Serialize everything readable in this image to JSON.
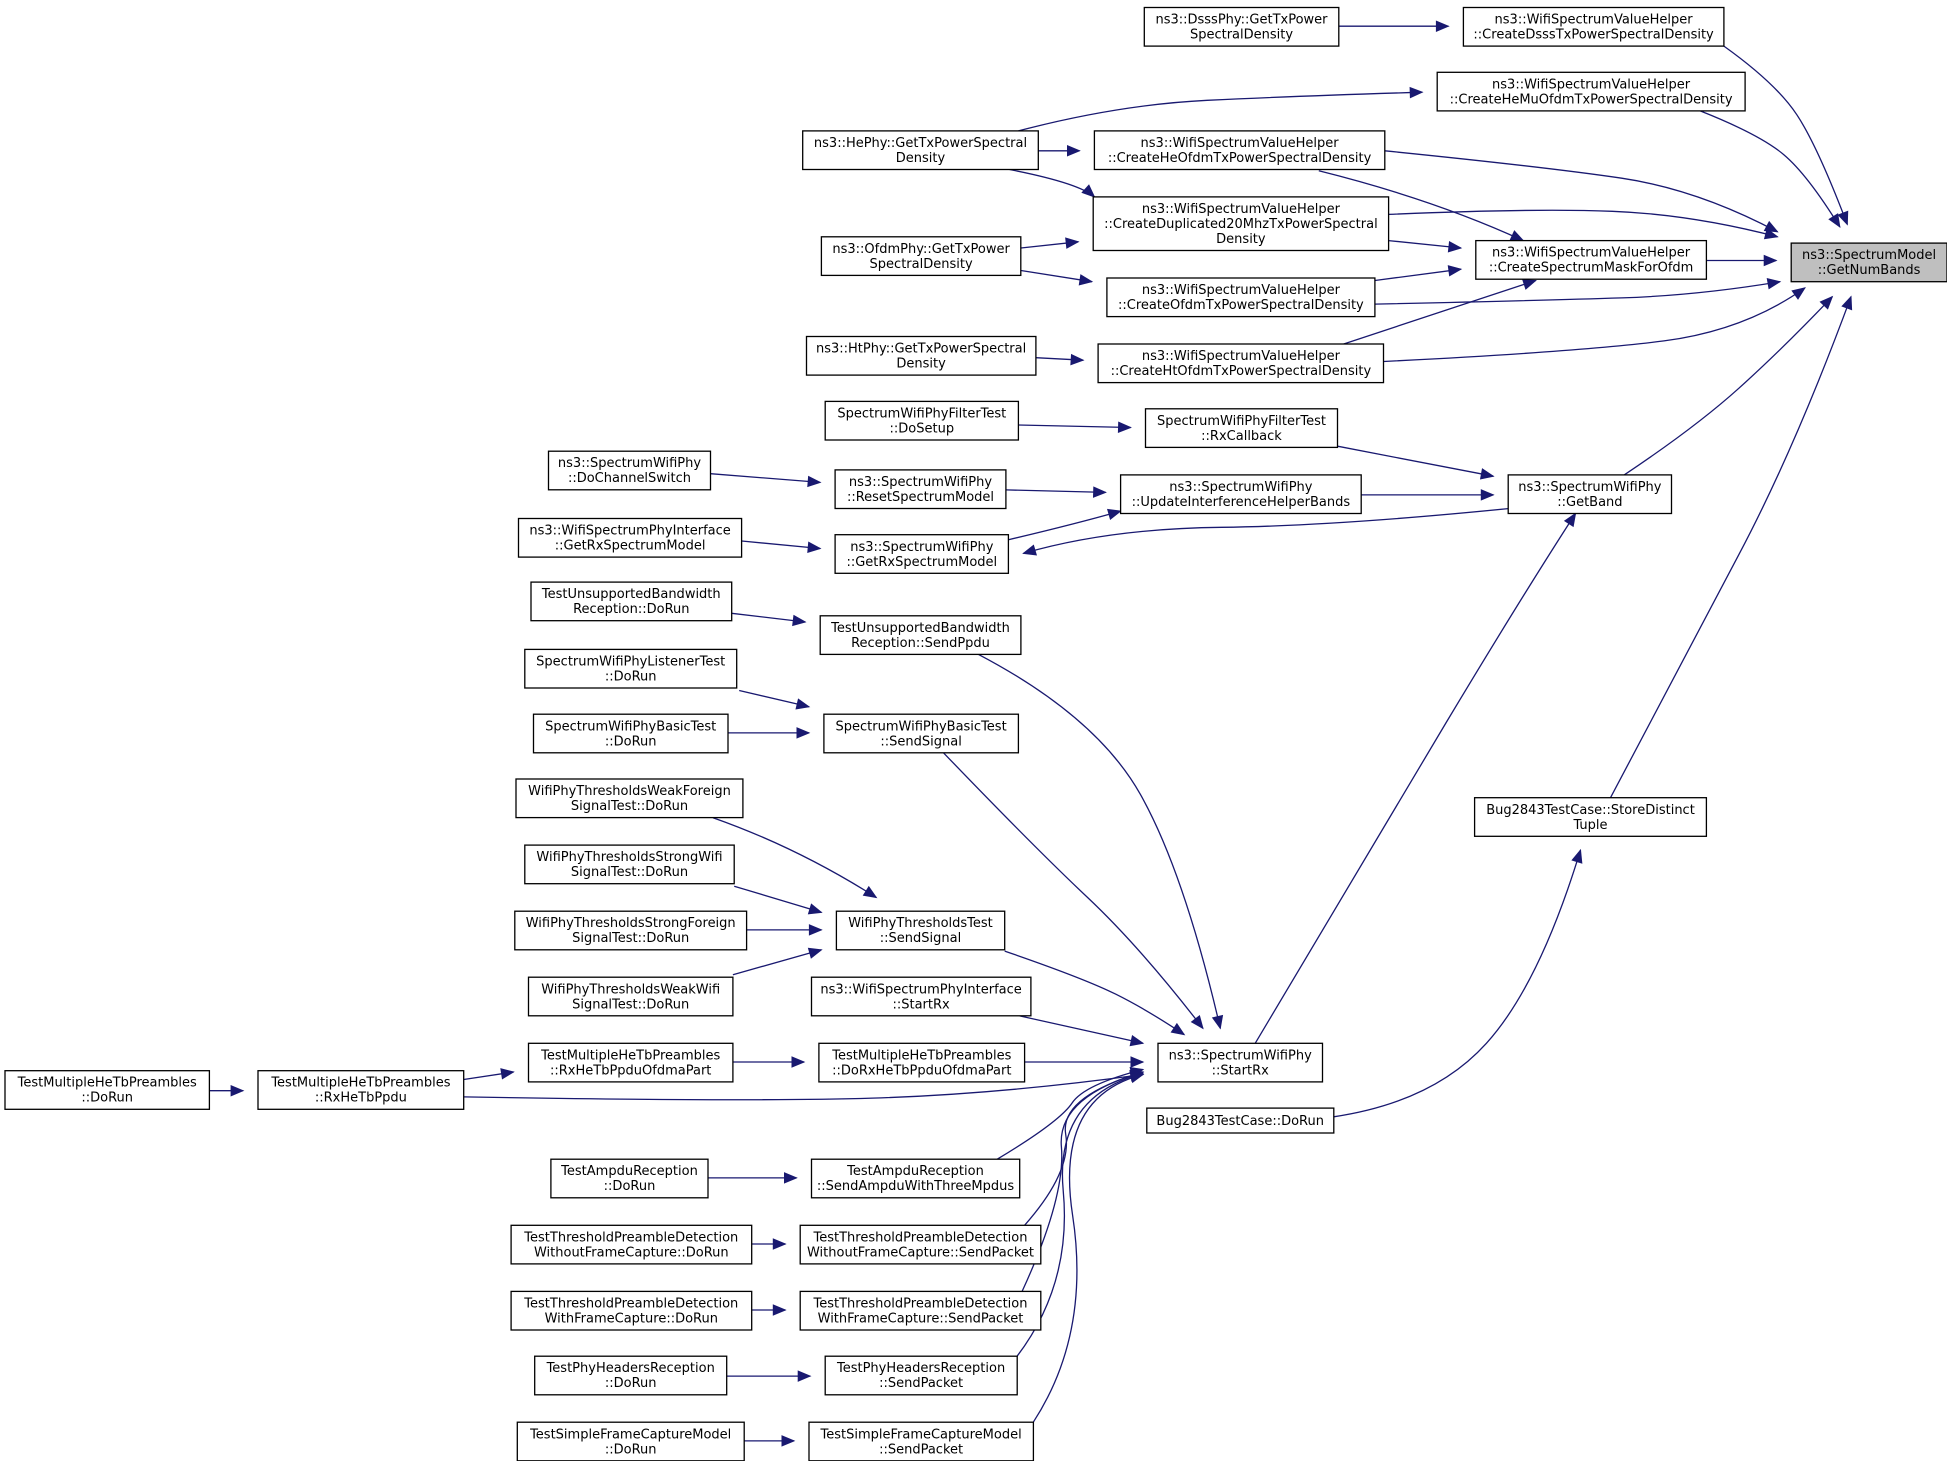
{
  "graph": {
    "nodes": [
      {
        "id": "n0",
        "lines": [
          "ns3::SpectrumModel",
          "::GetNumBands"
        ],
        "highlight": true
      },
      {
        "id": "n1",
        "lines": [
          "ns3::WifiSpectrumValueHelper",
          "::CreateDsssTxPowerSpectralDensity"
        ]
      },
      {
        "id": "n2",
        "lines": [
          "ns3::DsssPhy::GetTxPower",
          "SpectralDensity"
        ]
      },
      {
        "id": "n3",
        "lines": [
          "ns3::WifiSpectrumValueHelper",
          "::CreateHeMuOfdmTxPowerSpectralDensity"
        ]
      },
      {
        "id": "n4",
        "lines": [
          "ns3::HePhy::GetTxPowerSpectral",
          "Density"
        ]
      },
      {
        "id": "n5",
        "lines": [
          "ns3::WifiSpectrumValueHelper",
          "::CreateHeOfdmTxPowerSpectralDensity"
        ]
      },
      {
        "id": "n6",
        "lines": [
          "ns3::WifiSpectrumValueHelper",
          "::CreateDuplicated20MhzTxPowerSpectral",
          "Density"
        ]
      },
      {
        "id": "n7",
        "lines": [
          "ns3::OfdmPhy::GetTxPower",
          "SpectralDensity"
        ]
      },
      {
        "id": "n8",
        "lines": [
          "ns3::WifiSpectrumValueHelper",
          "::CreateSpectrumMaskForOfdm"
        ]
      },
      {
        "id": "n9",
        "lines": [
          "ns3::WifiSpectrumValueHelper",
          "::CreateOfdmTxPowerSpectralDensity"
        ]
      },
      {
        "id": "n10",
        "lines": [
          "ns3::HtPhy::GetTxPowerSpectral",
          "Density"
        ]
      },
      {
        "id": "n11",
        "lines": [
          "ns3::WifiSpectrumValueHelper",
          "::CreateHtOfdmTxPowerSpectralDensity"
        ]
      },
      {
        "id": "n12",
        "lines": [
          "SpectrumWifiPhyFilterTest",
          "::DoSetup"
        ]
      },
      {
        "id": "n13",
        "lines": [
          "SpectrumWifiPhyFilterTest",
          "::RxCallback"
        ]
      },
      {
        "id": "n14",
        "lines": [
          "ns3::SpectrumWifiPhy",
          "::DoChannelSwitch"
        ]
      },
      {
        "id": "n15",
        "lines": [
          "ns3::SpectrumWifiPhy",
          "::ResetSpectrumModel"
        ]
      },
      {
        "id": "n16",
        "lines": [
          "ns3::SpectrumWifiPhy",
          "::UpdateInterferenceHelperBands"
        ]
      },
      {
        "id": "n17",
        "lines": [
          "ns3::SpectrumWifiPhy",
          "::GetBand"
        ]
      },
      {
        "id": "n18",
        "lines": [
          "ns3::WifiSpectrumPhyInterface",
          "::GetRxSpectrumModel"
        ]
      },
      {
        "id": "n19",
        "lines": [
          "ns3::SpectrumWifiPhy",
          "::GetRxSpectrumModel"
        ]
      },
      {
        "id": "n20",
        "lines": [
          "TestUnsupportedBandwidth",
          "Reception::DoRun"
        ]
      },
      {
        "id": "n21",
        "lines": [
          "TestUnsupportedBandwidth",
          "Reception::SendPpdu"
        ]
      },
      {
        "id": "n22",
        "lines": [
          "SpectrumWifiPhyListenerTest",
          "::DoRun"
        ]
      },
      {
        "id": "n23",
        "lines": [
          "SpectrumWifiPhyBasicTest",
          "::DoRun"
        ]
      },
      {
        "id": "n24",
        "lines": [
          "SpectrumWifiPhyBasicTest",
          "::SendSignal"
        ]
      },
      {
        "id": "n25",
        "lines": [
          "WifiPhyThresholdsWeakForeign",
          "SignalTest::DoRun"
        ]
      },
      {
        "id": "n26",
        "lines": [
          "WifiPhyThresholdsStrongWifi",
          "SignalTest::DoRun"
        ]
      },
      {
        "id": "n27",
        "lines": [
          "WifiPhyThresholdsStrongForeign",
          "SignalTest::DoRun"
        ]
      },
      {
        "id": "n28",
        "lines": [
          "WifiPhyThresholdsTest",
          "::SendSignal"
        ]
      },
      {
        "id": "n29",
        "lines": [
          "WifiPhyThresholdsWeakWifi",
          "SignalTest::DoRun"
        ]
      },
      {
        "id": "n30",
        "lines": [
          "ns3::WifiSpectrumPhyInterface",
          "::StartRx"
        ]
      },
      {
        "id": "n31",
        "lines": [
          "ns3::SpectrumWifiPhy",
          "::StartRx"
        ]
      },
      {
        "id": "n32",
        "lines": [
          "Bug2843TestCase::StoreDistinct",
          "Tuple"
        ]
      },
      {
        "id": "n33",
        "lines": [
          "Bug2843TestCase::DoRun"
        ]
      },
      {
        "id": "n34",
        "lines": [
          "TestMultipleHeTbPreambles",
          "::DoRun"
        ]
      },
      {
        "id": "n35",
        "lines": [
          "TestMultipleHeTbPreambles",
          "::RxHeTbPpdu"
        ]
      },
      {
        "id": "n36",
        "lines": [
          "TestMultipleHeTbPreambles",
          "::RxHeTbPpduOfdmaPart"
        ]
      },
      {
        "id": "n37",
        "lines": [
          "TestMultipleHeTbPreambles",
          "::DoRxHeTbPpduOfdmaPart"
        ]
      },
      {
        "id": "n38",
        "lines": [
          "TestAmpduReception",
          "::DoRun"
        ]
      },
      {
        "id": "n39",
        "lines": [
          "TestAmpduReception",
          "::SendAmpduWithThreeMpdus"
        ]
      },
      {
        "id": "n40",
        "lines": [
          "TestThresholdPreambleDetection",
          "WithoutFrameCapture::DoRun"
        ]
      },
      {
        "id": "n41",
        "lines": [
          "TestThresholdPreambleDetection",
          "WithoutFrameCapture::SendPacket"
        ]
      },
      {
        "id": "n42",
        "lines": [
          "TestThresholdPreambleDetection",
          "WithFrameCapture::DoRun"
        ]
      },
      {
        "id": "n43",
        "lines": [
          "TestThresholdPreambleDetection",
          "WithFrameCapture::SendPacket"
        ]
      },
      {
        "id": "n44",
        "lines": [
          "TestPhyHeadersReception",
          "::DoRun"
        ]
      },
      {
        "id": "n45",
        "lines": [
          "TestPhyHeadersReception",
          "::SendPacket"
        ]
      },
      {
        "id": "n46",
        "lines": [
          "TestSimpleFrameCaptureModel",
          "::DoRun"
        ]
      },
      {
        "id": "n47",
        "lines": [
          "TestSimpleFrameCaptureModel",
          "::SendPacket"
        ]
      }
    ],
    "edges": [
      {
        "from": "n1",
        "to": "n0"
      },
      {
        "from": "n2",
        "to": "n1"
      },
      {
        "from": "n3",
        "to": "n0"
      },
      {
        "from": "n4",
        "to": "n3"
      },
      {
        "from": "n5",
        "to": "n0"
      },
      {
        "from": "n4",
        "to": "n5"
      },
      {
        "from": "n6",
        "to": "n0"
      },
      {
        "from": "n4",
        "to": "n6"
      },
      {
        "from": "n7",
        "to": "n6"
      },
      {
        "from": "n8",
        "to": "n0"
      },
      {
        "from": "n5",
        "to": "n8"
      },
      {
        "from": "n6",
        "to": "n8"
      },
      {
        "from": "n9",
        "to": "n8"
      },
      {
        "from": "n11",
        "to": "n8"
      },
      {
        "from": "n9",
        "to": "n0"
      },
      {
        "from": "n7",
        "to": "n9"
      },
      {
        "from": "n11",
        "to": "n0"
      },
      {
        "from": "n10",
        "to": "n11"
      },
      {
        "from": "n17",
        "to": "n0"
      },
      {
        "from": "n13",
        "to": "n17"
      },
      {
        "from": "n12",
        "to": "n13"
      },
      {
        "from": "n16",
        "to": "n17"
      },
      {
        "from": "n15",
        "to": "n16"
      },
      {
        "from": "n14",
        "to": "n15"
      },
      {
        "from": "n19",
        "to": "n16"
      },
      {
        "from": "n17",
        "to": "n19"
      },
      {
        "from": "n18",
        "to": "n19"
      },
      {
        "from": "n31",
        "to": "n17"
      },
      {
        "from": "n32",
        "to": "n0"
      },
      {
        "from": "n33",
        "to": "n32"
      },
      {
        "from": "n20",
        "to": "n21"
      },
      {
        "from": "n21",
        "to": "n31"
      },
      {
        "from": "n22",
        "to": "n24"
      },
      {
        "from": "n23",
        "to": "n24"
      },
      {
        "from": "n24",
        "to": "n31"
      },
      {
        "from": "n25",
        "to": "n28"
      },
      {
        "from": "n26",
        "to": "n28"
      },
      {
        "from": "n27",
        "to": "n28"
      },
      {
        "from": "n29",
        "to": "n28"
      },
      {
        "from": "n28",
        "to": "n31"
      },
      {
        "from": "n30",
        "to": "n31"
      },
      {
        "from": "n34",
        "to": "n35"
      },
      {
        "from": "n35",
        "to": "n36"
      },
      {
        "from": "n36",
        "to": "n37"
      },
      {
        "from": "n37",
        "to": "n31"
      },
      {
        "from": "n35",
        "to": "n31"
      },
      {
        "from": "n38",
        "to": "n39"
      },
      {
        "from": "n39",
        "to": "n31"
      },
      {
        "from": "n40",
        "to": "n41"
      },
      {
        "from": "n41",
        "to": "n31"
      },
      {
        "from": "n42",
        "to": "n43"
      },
      {
        "from": "n43",
        "to": "n31"
      },
      {
        "from": "n44",
        "to": "n45"
      },
      {
        "from": "n45",
        "to": "n31"
      },
      {
        "from": "n46",
        "to": "n47"
      },
      {
        "from": "n47",
        "to": "n31"
      }
    ]
  }
}
